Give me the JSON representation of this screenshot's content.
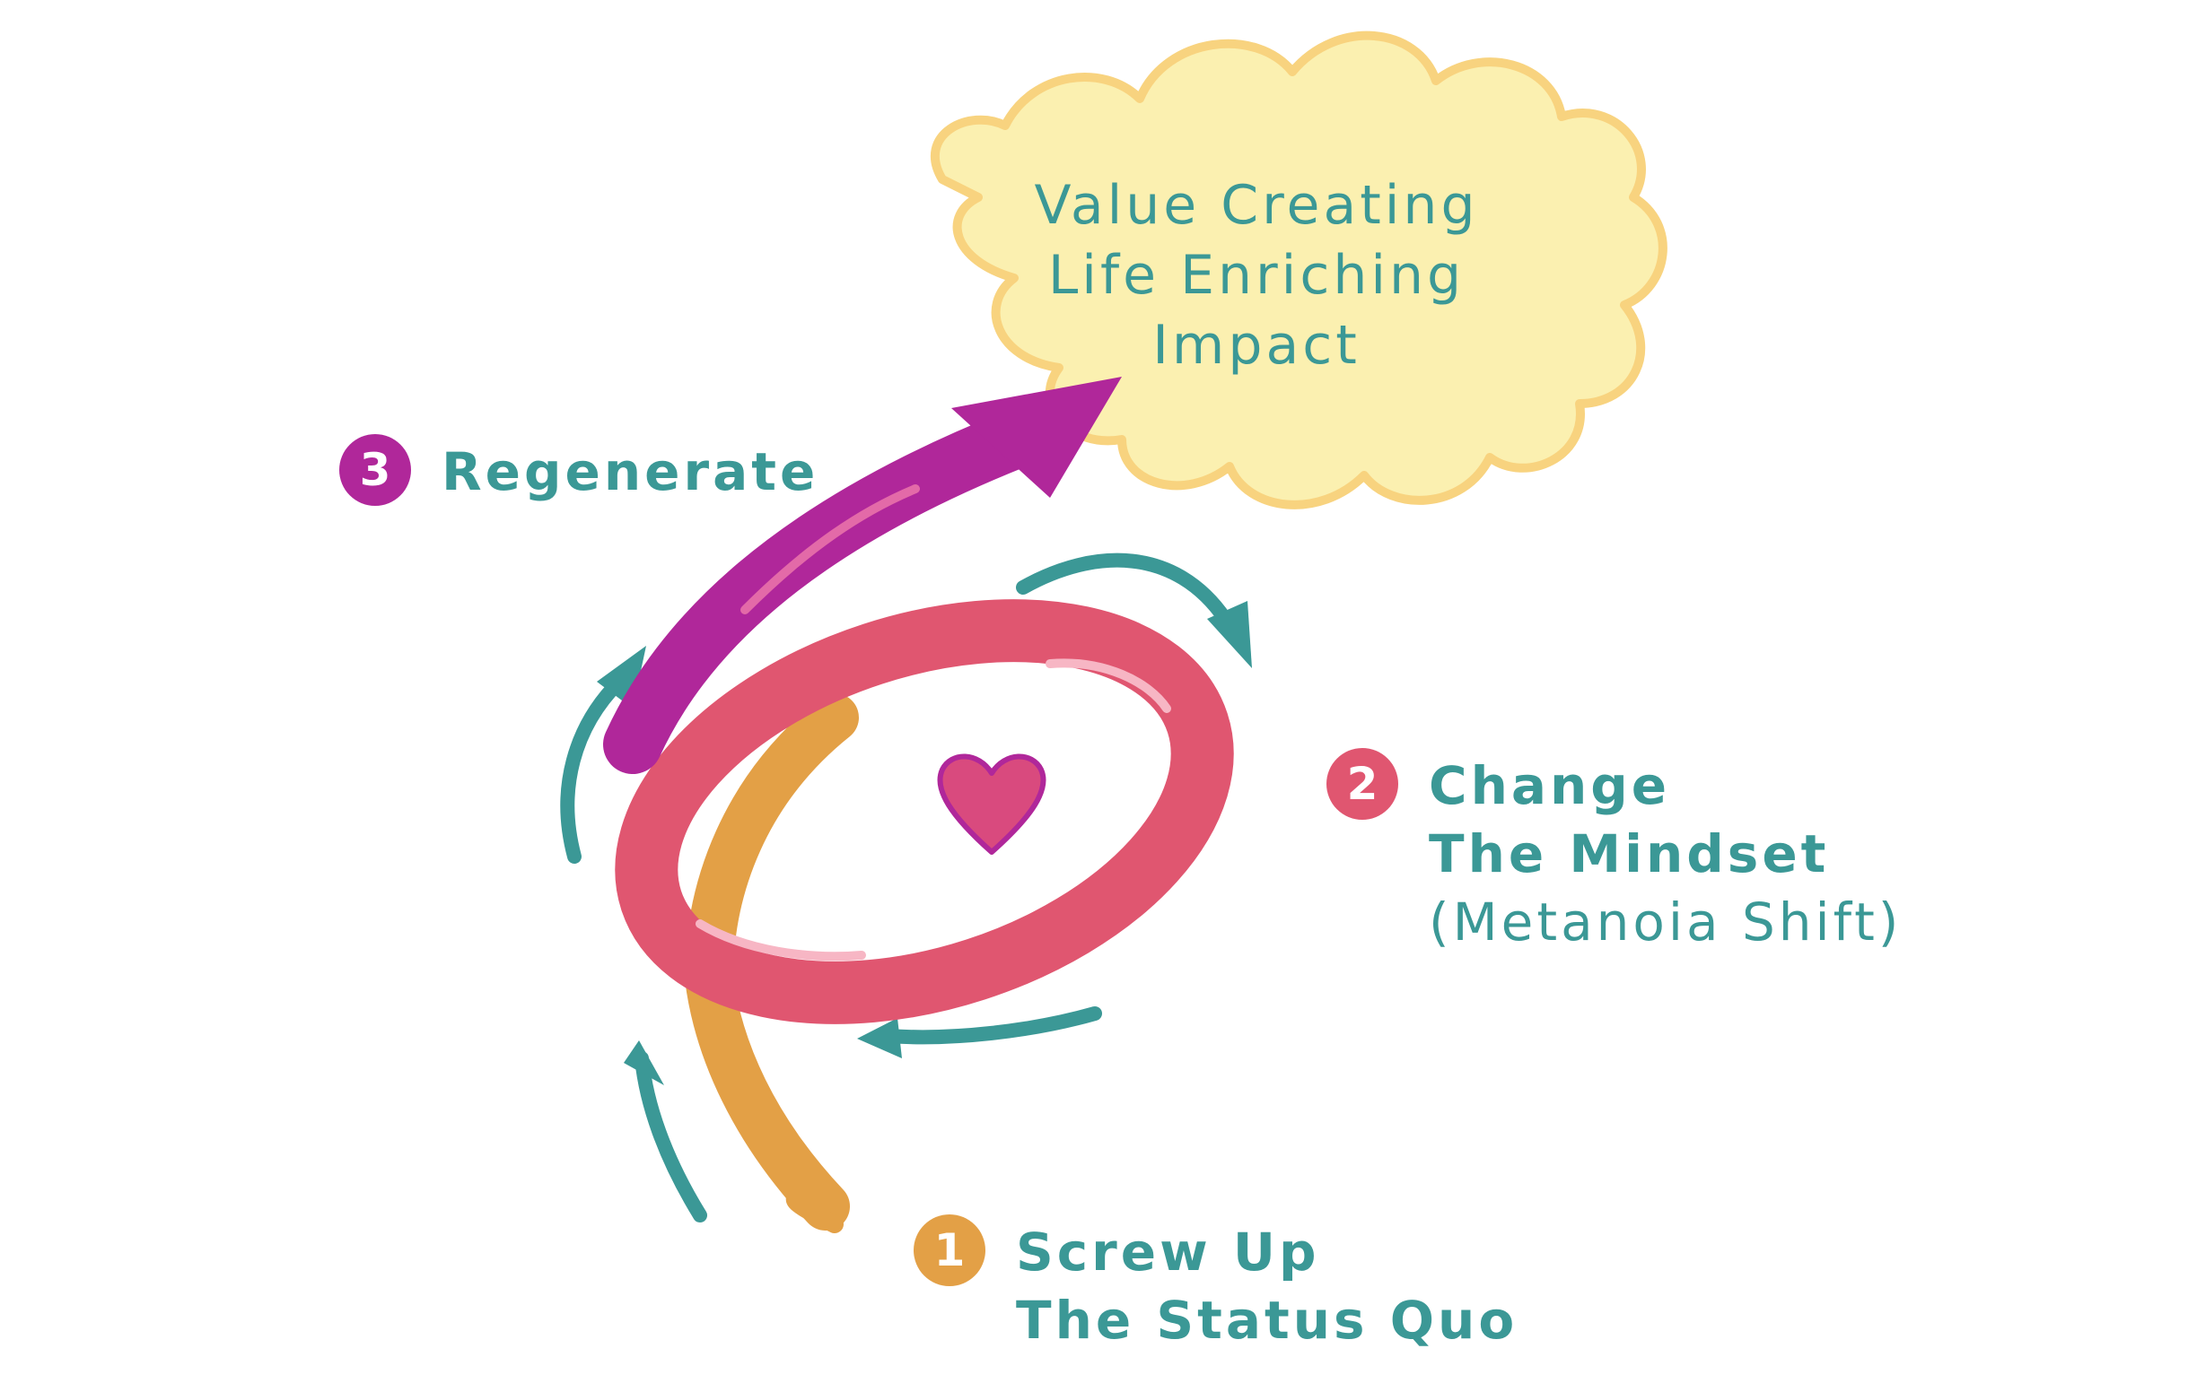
{
  "sun": {
    "line1": "Value Creating",
    "line2": "Life Enriching",
    "line3": "Impact"
  },
  "steps": [
    {
      "number": "1",
      "line1": "Screw Up",
      "line2": "The Status Quo",
      "color": "#e3a046"
    },
    {
      "number": "2",
      "line1": "Change",
      "line2": "The Mindset",
      "line3": "(Metanoia Shift)",
      "color": "#e05670"
    },
    {
      "number": "3",
      "line1": "Regenerate",
      "color": "#b0279a"
    }
  ],
  "colors": {
    "text": "#3b9896",
    "teal_arrows": "#3b9896",
    "sun_fill": "#fbf0b0",
    "sun_outline": "#f8d37f",
    "ring": "#e05670",
    "tail": "#e3a046",
    "regenerate_arrow": "#b0279a",
    "heart": "#d94a7e"
  },
  "icons": [
    "heart-icon",
    "sun-burst",
    "teal-cycle-arrows",
    "spiral-arrow"
  ]
}
